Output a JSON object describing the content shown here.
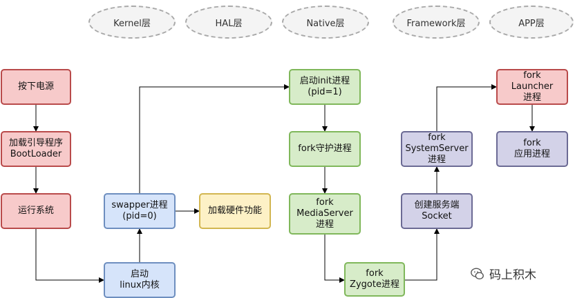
{
  "layers": [
    "Kernel层",
    "HAL层",
    "Native层",
    "Framework层",
    "APP层"
  ],
  "nodes": {
    "power": "按下电源",
    "bootloader": "加载引导程序\nBootLoader",
    "run": "运行系统",
    "kernel": "启动\nlinux内核",
    "swapper": "swapper进程\n(pid=0)",
    "hardware": "加载硬件功能",
    "init": "启动init进程\n(pid=1)",
    "daemon": "fork守护进程",
    "media": "fork\nMediaServer\n进程",
    "zygote": "fork\nZygote进程",
    "socket": "创建服务端\nSocket",
    "systemserver": "fork\nSystemServer\n进程",
    "launcher": "fork\nLauncher\n进程",
    "app": "fork\n应用进程"
  },
  "watermark": "码上积木"
}
